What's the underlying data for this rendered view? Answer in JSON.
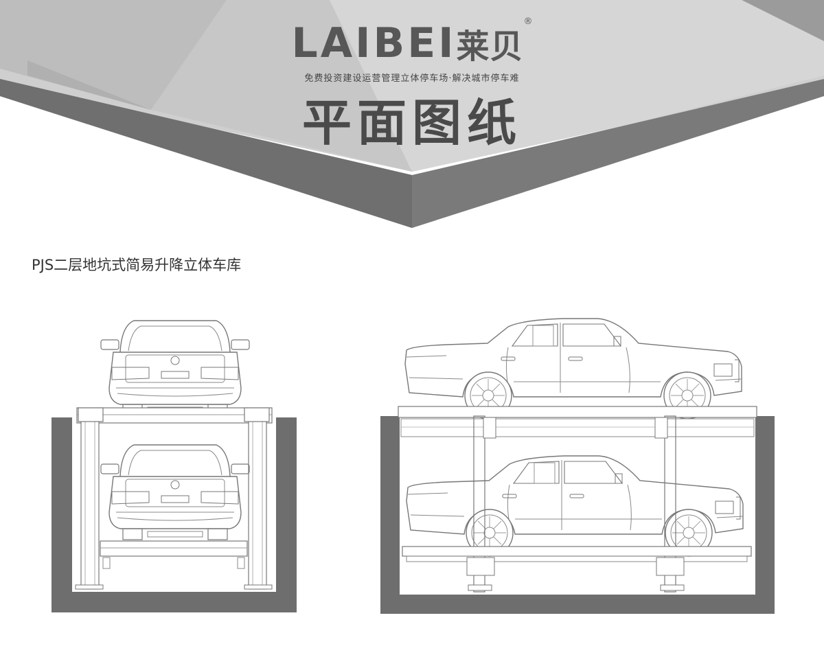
{
  "header": {
    "logo_text": "LAIBEI",
    "logo_cn": "莱贝",
    "registered_mark": "®",
    "slogan": "免费投资建设运营管理立体停车场·解决城市停车难",
    "title": "平面图纸"
  },
  "section": {
    "subtitle": "PJS二层地坑式简易升降立体车库"
  },
  "drawings": {
    "front_view": "front-elevation-two-level-pit-lift",
    "side_view": "side-elevation-two-level-pit-lift"
  }
}
